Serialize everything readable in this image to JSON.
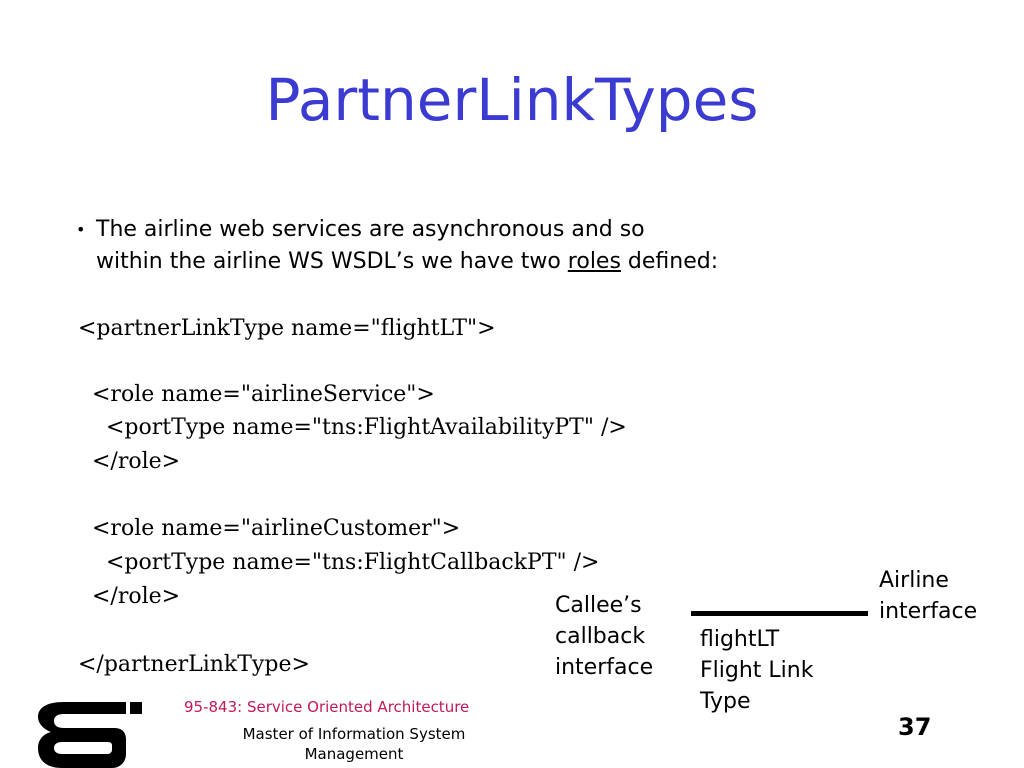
{
  "slide": {
    "title": "PartnerLinkTypes",
    "bullet": {
      "line1": "The airline web services are asynchronous and so",
      "line2_before": "within the airline WS WSDL’s we have two ",
      "line2_underlined": "roles",
      "line2_after": " defined:"
    },
    "code_lines": [
      "<partnerLinkType name=\"flightLT\">",
      "<role name=\"airlineService\">",
      "<portType name=\"tns:FlightAvailabilityPT\" />",
      "</role>",
      "<role name=\"airlineCustomer\">",
      "<portType name=\"tns:FlightCallbackPT\" />",
      "</role>",
      "</partnerLinkType>"
    ],
    "diagram": {
      "airline_label_line1": "Airline",
      "airline_label_line2": "interface",
      "callee_label_line1": "Callee’s",
      "callee_label_line2": "callback",
      "callee_label_line3": "interface",
      "link_label_line1": "flightLT",
      "link_label_line2": "Flight Link",
      "link_label_line3": "Type"
    },
    "footer": {
      "course": "95-843: Service Oriented Architecture",
      "program_line1": "Master of Information System",
      "program_line2": "Management",
      "page_number": "37"
    }
  }
}
